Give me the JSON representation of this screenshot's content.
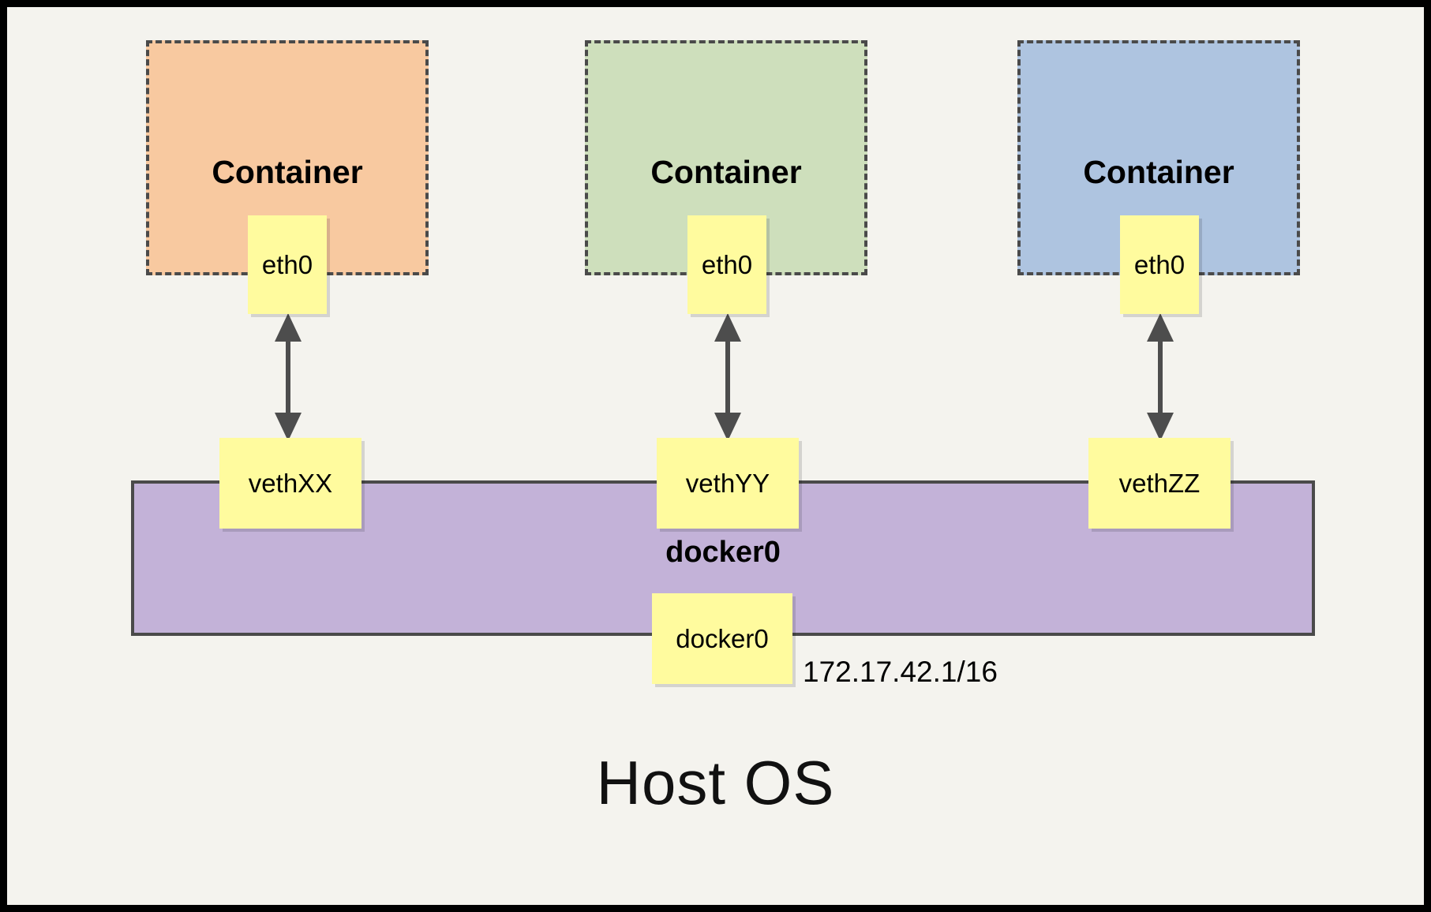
{
  "diagram": {
    "title_bottom": "Host OS",
    "frame": {
      "border_color": "#000000",
      "background_color": "#F4F3EE"
    },
    "containers": [
      {
        "label": "Container",
        "fill_color": "#F8C9A0",
        "border_style": "dashed",
        "border_color": "#4A4A4A",
        "interface": {
          "label": "eth0",
          "fill_color": "#FFFB9E"
        }
      },
      {
        "label": "Container",
        "fill_color": "#CEDFBC",
        "border_style": "dashed",
        "border_color": "#4A4A4A",
        "interface": {
          "label": "eth0",
          "fill_color": "#FFFB9E"
        }
      },
      {
        "label": "Container",
        "fill_color": "#AEC4E0",
        "border_style": "dashed",
        "border_color": "#4A4A4A",
        "interface": {
          "label": "eth0",
          "fill_color": "#FFFB9E"
        }
      }
    ],
    "links": [
      {
        "name": "eth0-to-vethXX",
        "style": "double-headed-arrow",
        "color": "#4D4D4D"
      },
      {
        "name": "eth0-to-vethYY",
        "style": "double-headed-arrow",
        "color": "#4D4D4D"
      },
      {
        "name": "eth0-to-vethZZ",
        "style": "double-headed-arrow",
        "color": "#4D4D4D"
      }
    ],
    "veth_interfaces": [
      {
        "label": "vethXX",
        "fill_color": "#FFFB9E"
      },
      {
        "label": "vethYY",
        "fill_color": "#FFFB9E"
      },
      {
        "label": "vethZZ",
        "fill_color": "#FFFB9E"
      }
    ],
    "bridge": {
      "label": "docker0",
      "fill_color": "#C3B2D8",
      "border_color": "#4A4A4A",
      "interface_label": "docker0",
      "interface_fill_color": "#FFFB9E",
      "ip_address": "172.17.42.1/16"
    }
  }
}
